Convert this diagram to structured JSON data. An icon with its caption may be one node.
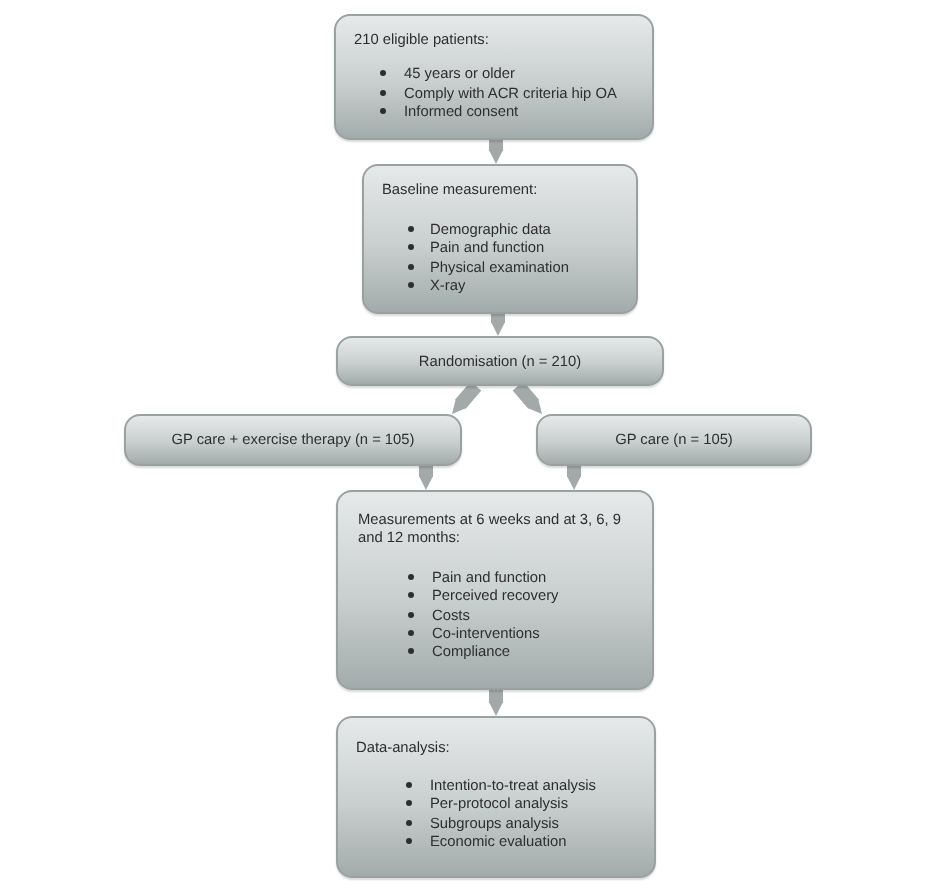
{
  "diagram": {
    "nodes": [
      {
        "text": [
          "210 eligible patients:",
          "45 years or older",
          "Comply with ACR criteria hip OA",
          "Informed consent"
        ]
      },
      {
        "text": [
          "Baseline measurement:",
          "Demographic data",
          "Pain and function",
          "Physical examination",
          "X-ray"
        ]
      },
      {
        "text": [
          "Randomisation (n = 210)"
        ]
      },
      {
        "text": [
          "GP care + exercise therapy (n = 105)"
        ]
      },
      {
        "text": [
          "GP care (n = 105)"
        ]
      },
      {
        "text": [
          "Measurements at 6 weeks and at 3, 6, 9 and 12 months:",
          "Pain and function",
          "Perceived recovery",
          "Costs",
          "Co-interventions",
          "Compliance"
        ]
      },
      {
        "text": [
          "Data-analysis:",
          "Intention-to-treat analysis",
          "Per-protocol analysis",
          "Subgroups analysis",
          "Economic evaluation"
        ]
      }
    ],
    "edges": [
      {
        "from": 0,
        "to": 1,
        "arrow": "to"
      },
      {
        "from": 1,
        "to": 2,
        "arrow": "to"
      },
      {
        "from": 2,
        "to": 3,
        "arrow": "to"
      },
      {
        "from": 2,
        "to": 4,
        "arrow": "to"
      },
      {
        "from": 3,
        "to": 5,
        "arrow": "to"
      },
      {
        "from": 4,
        "to": 5,
        "arrow": "to"
      },
      {
        "from": 5,
        "to": 6,
        "arrow": "to"
      }
    ]
  }
}
